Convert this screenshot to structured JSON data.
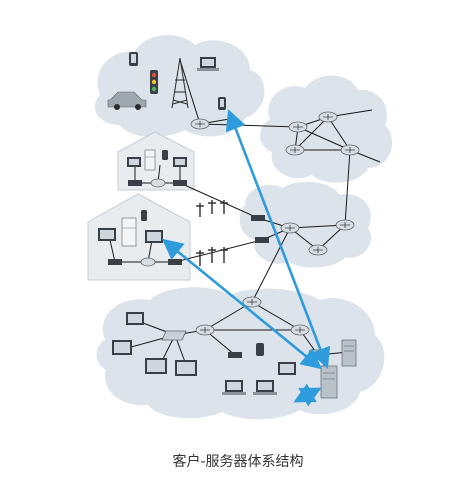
{
  "caption": "客户-服务器体系结构",
  "colors": {
    "cloud": "#dde3ea",
    "link": "#1a1a1a",
    "highlight_arrow": "#2e9bdc",
    "router": "#d8dde3",
    "house": "#e9ecef"
  },
  "icons": [
    "cloud-region",
    "house-outline",
    "router-icon",
    "switch-icon",
    "laptop-icon",
    "desktop-computer-icon",
    "server-tower-icon",
    "smartphone-icon",
    "car-icon",
    "traffic-light-icon",
    "cell-tower-icon",
    "fridge-icon",
    "transmission-tower-icon",
    "blue-double-arrow"
  ]
}
